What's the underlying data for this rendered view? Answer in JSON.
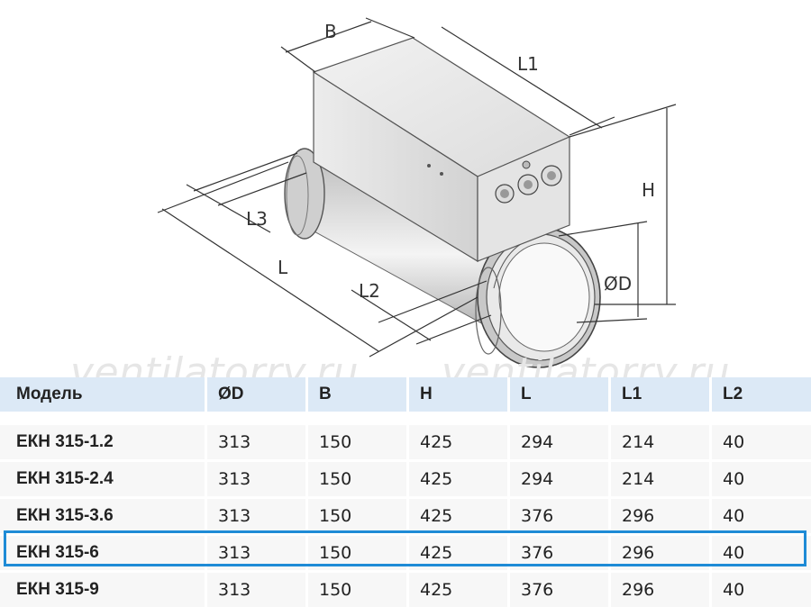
{
  "watermark": "ventilatorry.ru",
  "drawing": {
    "labels": {
      "b": "B",
      "l1": "L1",
      "h": "H",
      "l3": "L3",
      "l": "L",
      "l2": "L2",
      "d": "ØD"
    }
  },
  "table": {
    "headers": [
      "Модель",
      "ØD",
      "B",
      "H",
      "L",
      "L1",
      "L2"
    ],
    "rows": [
      [
        "ЕКН 315-1.2",
        "313",
        "150",
        "425",
        "294",
        "214",
        "40"
      ],
      [
        "ЕКН 315-2.4",
        "313",
        "150",
        "425",
        "294",
        "214",
        "40"
      ],
      [
        "ЕКН 315-3.6",
        "313",
        "150",
        "425",
        "376",
        "296",
        "40"
      ],
      [
        "ЕКН 315-6",
        "313",
        "150",
        "425",
        "376",
        "296",
        "40"
      ],
      [
        "ЕКН 315-9",
        "313",
        "150",
        "425",
        "376",
        "296",
        "40"
      ]
    ],
    "highlighted_row": 3,
    "colors": {
      "header_bg": "#dce9f6",
      "row_bg": "#f7f7f7",
      "highlight_border": "#1e8bd6"
    }
  }
}
